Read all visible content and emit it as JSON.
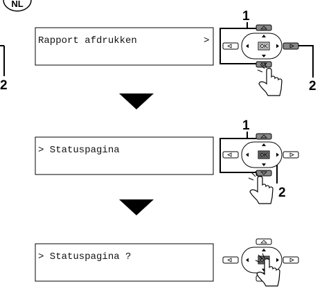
{
  "language_badge": "NL",
  "steps": [
    {
      "display_text": "Rapport afdrukken",
      "display_suffix": ">",
      "callout_top": "1",
      "callout_right": "2",
      "callout_left": "2"
    },
    {
      "display_text": "> Statuspagina",
      "callout_top": "1",
      "callout_bottom": "2"
    },
    {
      "display_text": "> Statuspagina ?"
    }
  ],
  "keypad": {
    "ok_label": "OK"
  },
  "colors": {
    "line": "#000000",
    "highlight": "#888888",
    "background": "#ffffff"
  }
}
